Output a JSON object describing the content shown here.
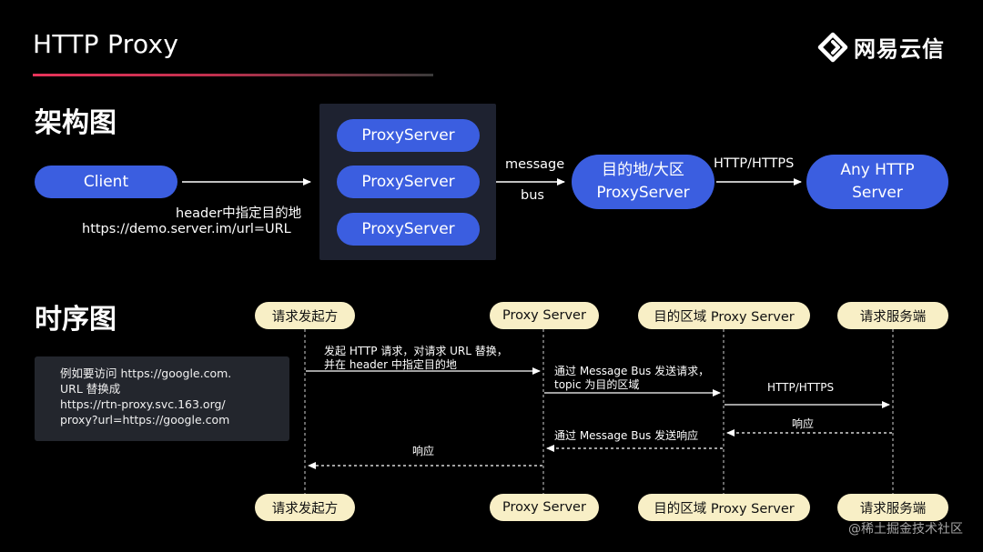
{
  "header": {
    "title": "HTTP Proxy",
    "logo_text": "网易云信"
  },
  "architecture": {
    "section_title": "架构图",
    "client": "Client",
    "proxy_servers": [
      "ProxyServer",
      "ProxyServer",
      "ProxyServer"
    ],
    "client_label_line1": "header中指定目的地",
    "client_label_line2": "https://demo.server.im/url=URL",
    "bus_label_top": "message",
    "bus_label_bottom": "bus",
    "target_line1": "目的地/大区",
    "target_line2": "ProxyServer",
    "http_label": "HTTP/HTTPS",
    "any_line1": "Any HTTP",
    "any_line2": "Server"
  },
  "sequence": {
    "section_title": "时序图",
    "actors": [
      "请求发起方",
      "Proxy Server",
      "目的区域 Proxy Server",
      "请求服务端"
    ],
    "note": [
      "例如要访问 https://google.com.",
      "URL 替换成",
      "https://rtn-proxy.svc.163.org/",
      "proxy?url=https://google.com"
    ],
    "msg1_line1": "发起 HTTP 请求，对请求 URL 替换，",
    "msg1_line2": "并在 header 中指定目的地",
    "msg2_line1": "通过 Message Bus 发送请求，",
    "msg2_line2": "topic 为目的区域",
    "msg3": "HTTP/HTTPS",
    "msg4": "响应",
    "msg5": "通过 Message Bus 发送响应",
    "msg6": "响应"
  },
  "watermark": "@稀土掘金技术社区",
  "colors": {
    "background": "#000000",
    "pill_blue": "#3b5ee0",
    "actor_yellow": "#f8efc6",
    "accent_red": "#e8345a",
    "cluster_bg": "#1e2230"
  }
}
